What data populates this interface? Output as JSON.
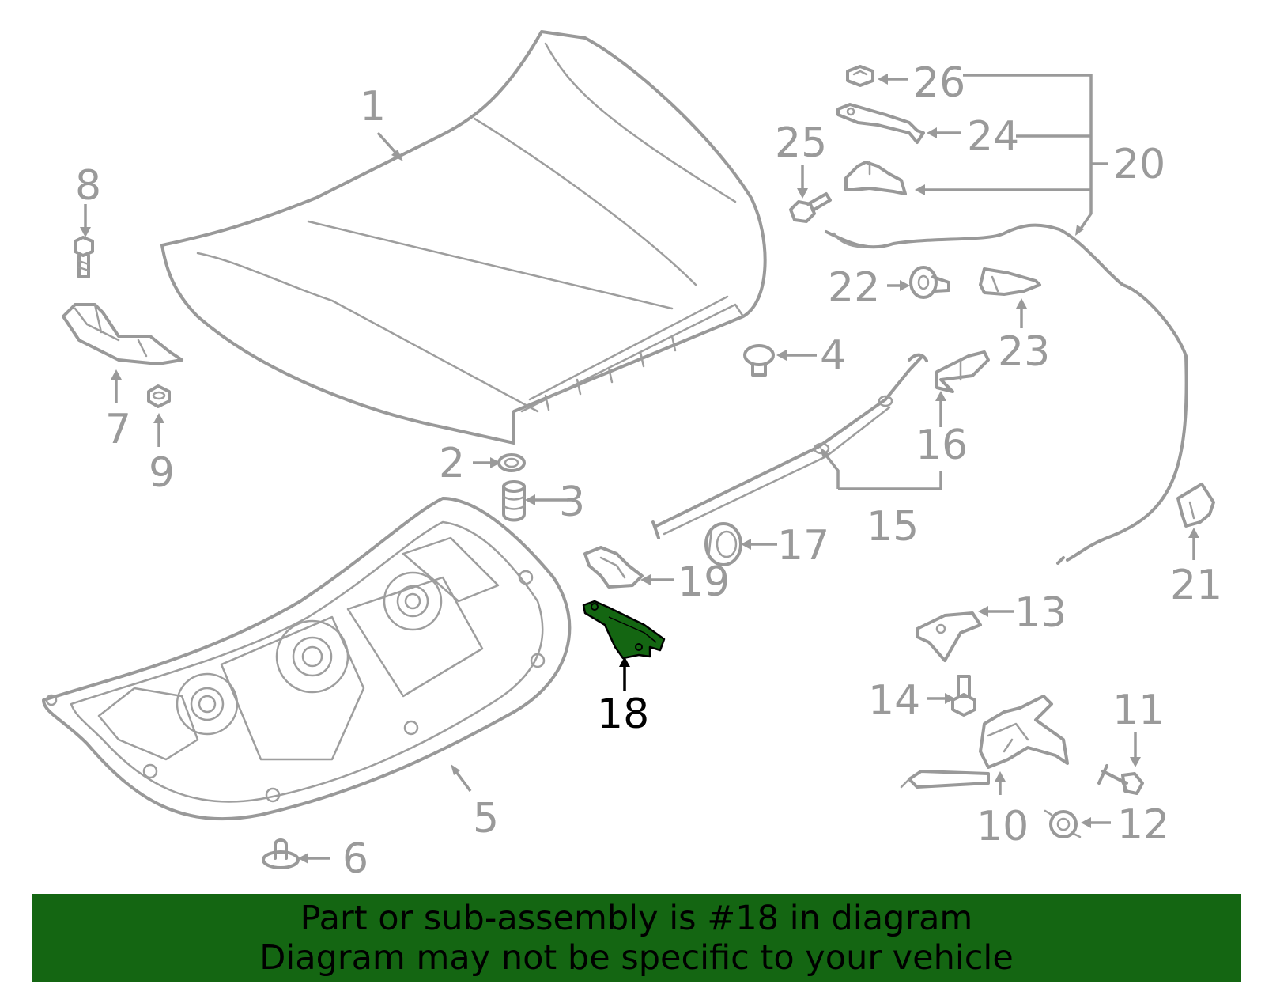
{
  "colors": {
    "highlight_part": "#146612",
    "banner_background": "#146612",
    "label_gray": "#9a9a9a",
    "highlight_label": "#000000",
    "line_gray": "#999999"
  },
  "highlighted_part": "18",
  "callouts": [
    {
      "id": "1",
      "text": "1"
    },
    {
      "id": "2",
      "text": "2"
    },
    {
      "id": "3",
      "text": "3"
    },
    {
      "id": "4",
      "text": "4"
    },
    {
      "id": "5",
      "text": "5"
    },
    {
      "id": "6",
      "text": "6"
    },
    {
      "id": "7",
      "text": "7"
    },
    {
      "id": "8",
      "text": "8"
    },
    {
      "id": "9",
      "text": "9"
    },
    {
      "id": "10",
      "text": "10"
    },
    {
      "id": "11",
      "text": "11"
    },
    {
      "id": "12",
      "text": "12"
    },
    {
      "id": "13",
      "text": "13"
    },
    {
      "id": "14",
      "text": "14"
    },
    {
      "id": "15",
      "text": "15"
    },
    {
      "id": "16",
      "text": "16"
    },
    {
      "id": "17",
      "text": "17"
    },
    {
      "id": "18",
      "text": "18"
    },
    {
      "id": "19",
      "text": "19"
    },
    {
      "id": "20",
      "text": "20"
    },
    {
      "id": "21",
      "text": "21"
    },
    {
      "id": "22",
      "text": "22"
    },
    {
      "id": "23",
      "text": "23"
    },
    {
      "id": "24",
      "text": "24"
    },
    {
      "id": "25",
      "text": "25"
    },
    {
      "id": "26",
      "text": "26"
    }
  ],
  "banner": {
    "line1": "Part or sub-assembly is #18 in diagram",
    "line2": "Diagram may not be specific to your vehicle"
  }
}
